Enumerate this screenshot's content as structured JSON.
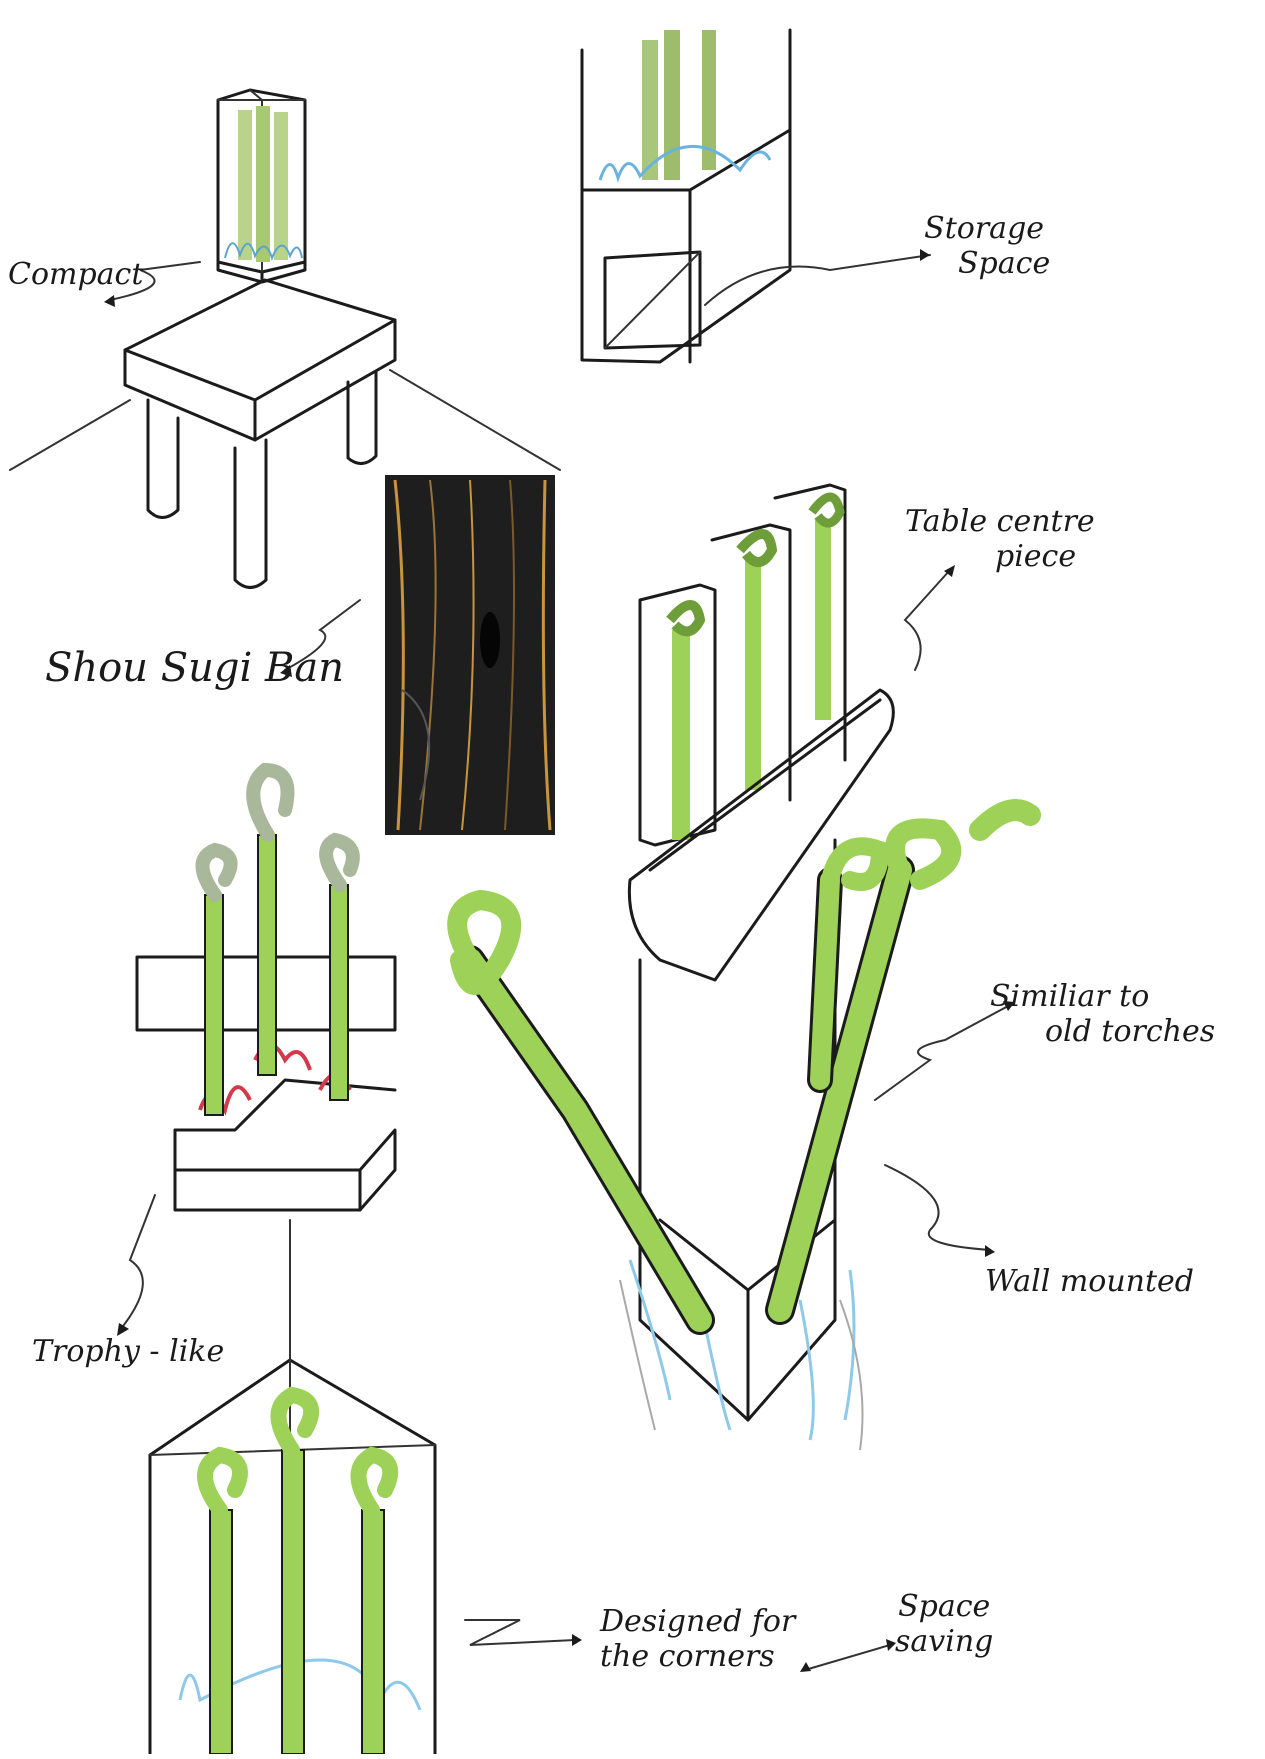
{
  "annotations": {
    "compact": "Compact",
    "storage": [
      "Storage",
      "Space"
    ],
    "shou_sugi_ban": "Shou Sugi Ban",
    "table_centre": [
      "Table centre",
      "piece"
    ],
    "similar_torches": [
      "Similiar to",
      "old torches"
    ],
    "wall_mounted": "Wall mounted",
    "trophy_like": "Trophy - like",
    "designed_corners": [
      "Designed for",
      "the corners"
    ],
    "space_saving": [
      "Space",
      "saving"
    ]
  },
  "colors": {
    "ink": "#1b1b1b",
    "bamboo": "#9dd157",
    "bamboo_dark": "#6e9e3a",
    "bamboo_grey": "#a9b79a",
    "water": "#8ec9ea",
    "charred_wood": "#232323",
    "wood_grain": "#c8943f",
    "ember_red": "#d23a4c"
  }
}
